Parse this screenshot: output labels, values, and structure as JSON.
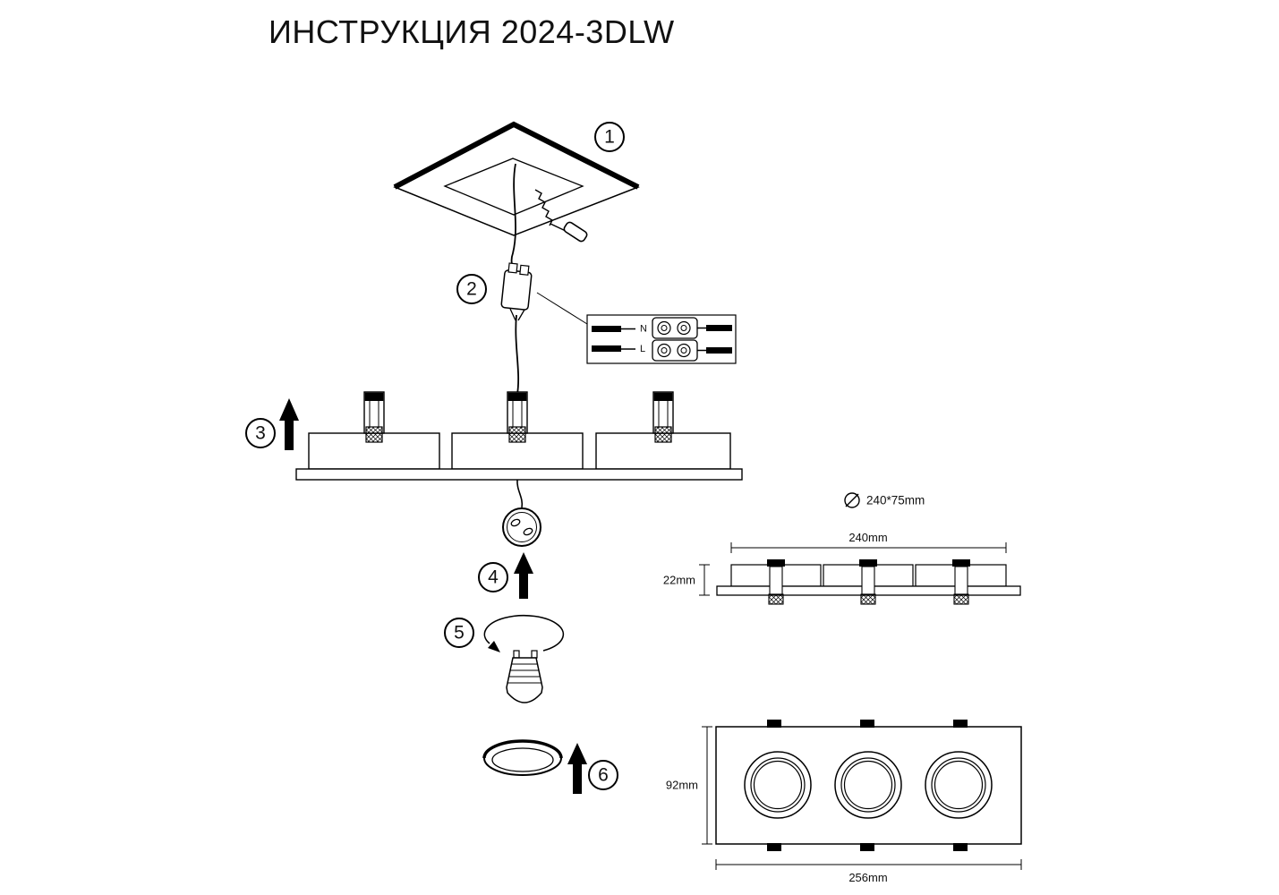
{
  "title": "ИНСТРУКЦИЯ 2024-3DLW",
  "steps": [
    "1",
    "2",
    "3",
    "4",
    "5",
    "6"
  ],
  "terminal": {
    "n": "N",
    "l": "L"
  },
  "dims": {
    "cutout": "240*75mm",
    "top_width": "240mm",
    "side_height": "22mm",
    "front_height": "92mm",
    "front_width": "256mm"
  },
  "colors": {
    "line": "#000000",
    "background": "#ffffff"
  }
}
